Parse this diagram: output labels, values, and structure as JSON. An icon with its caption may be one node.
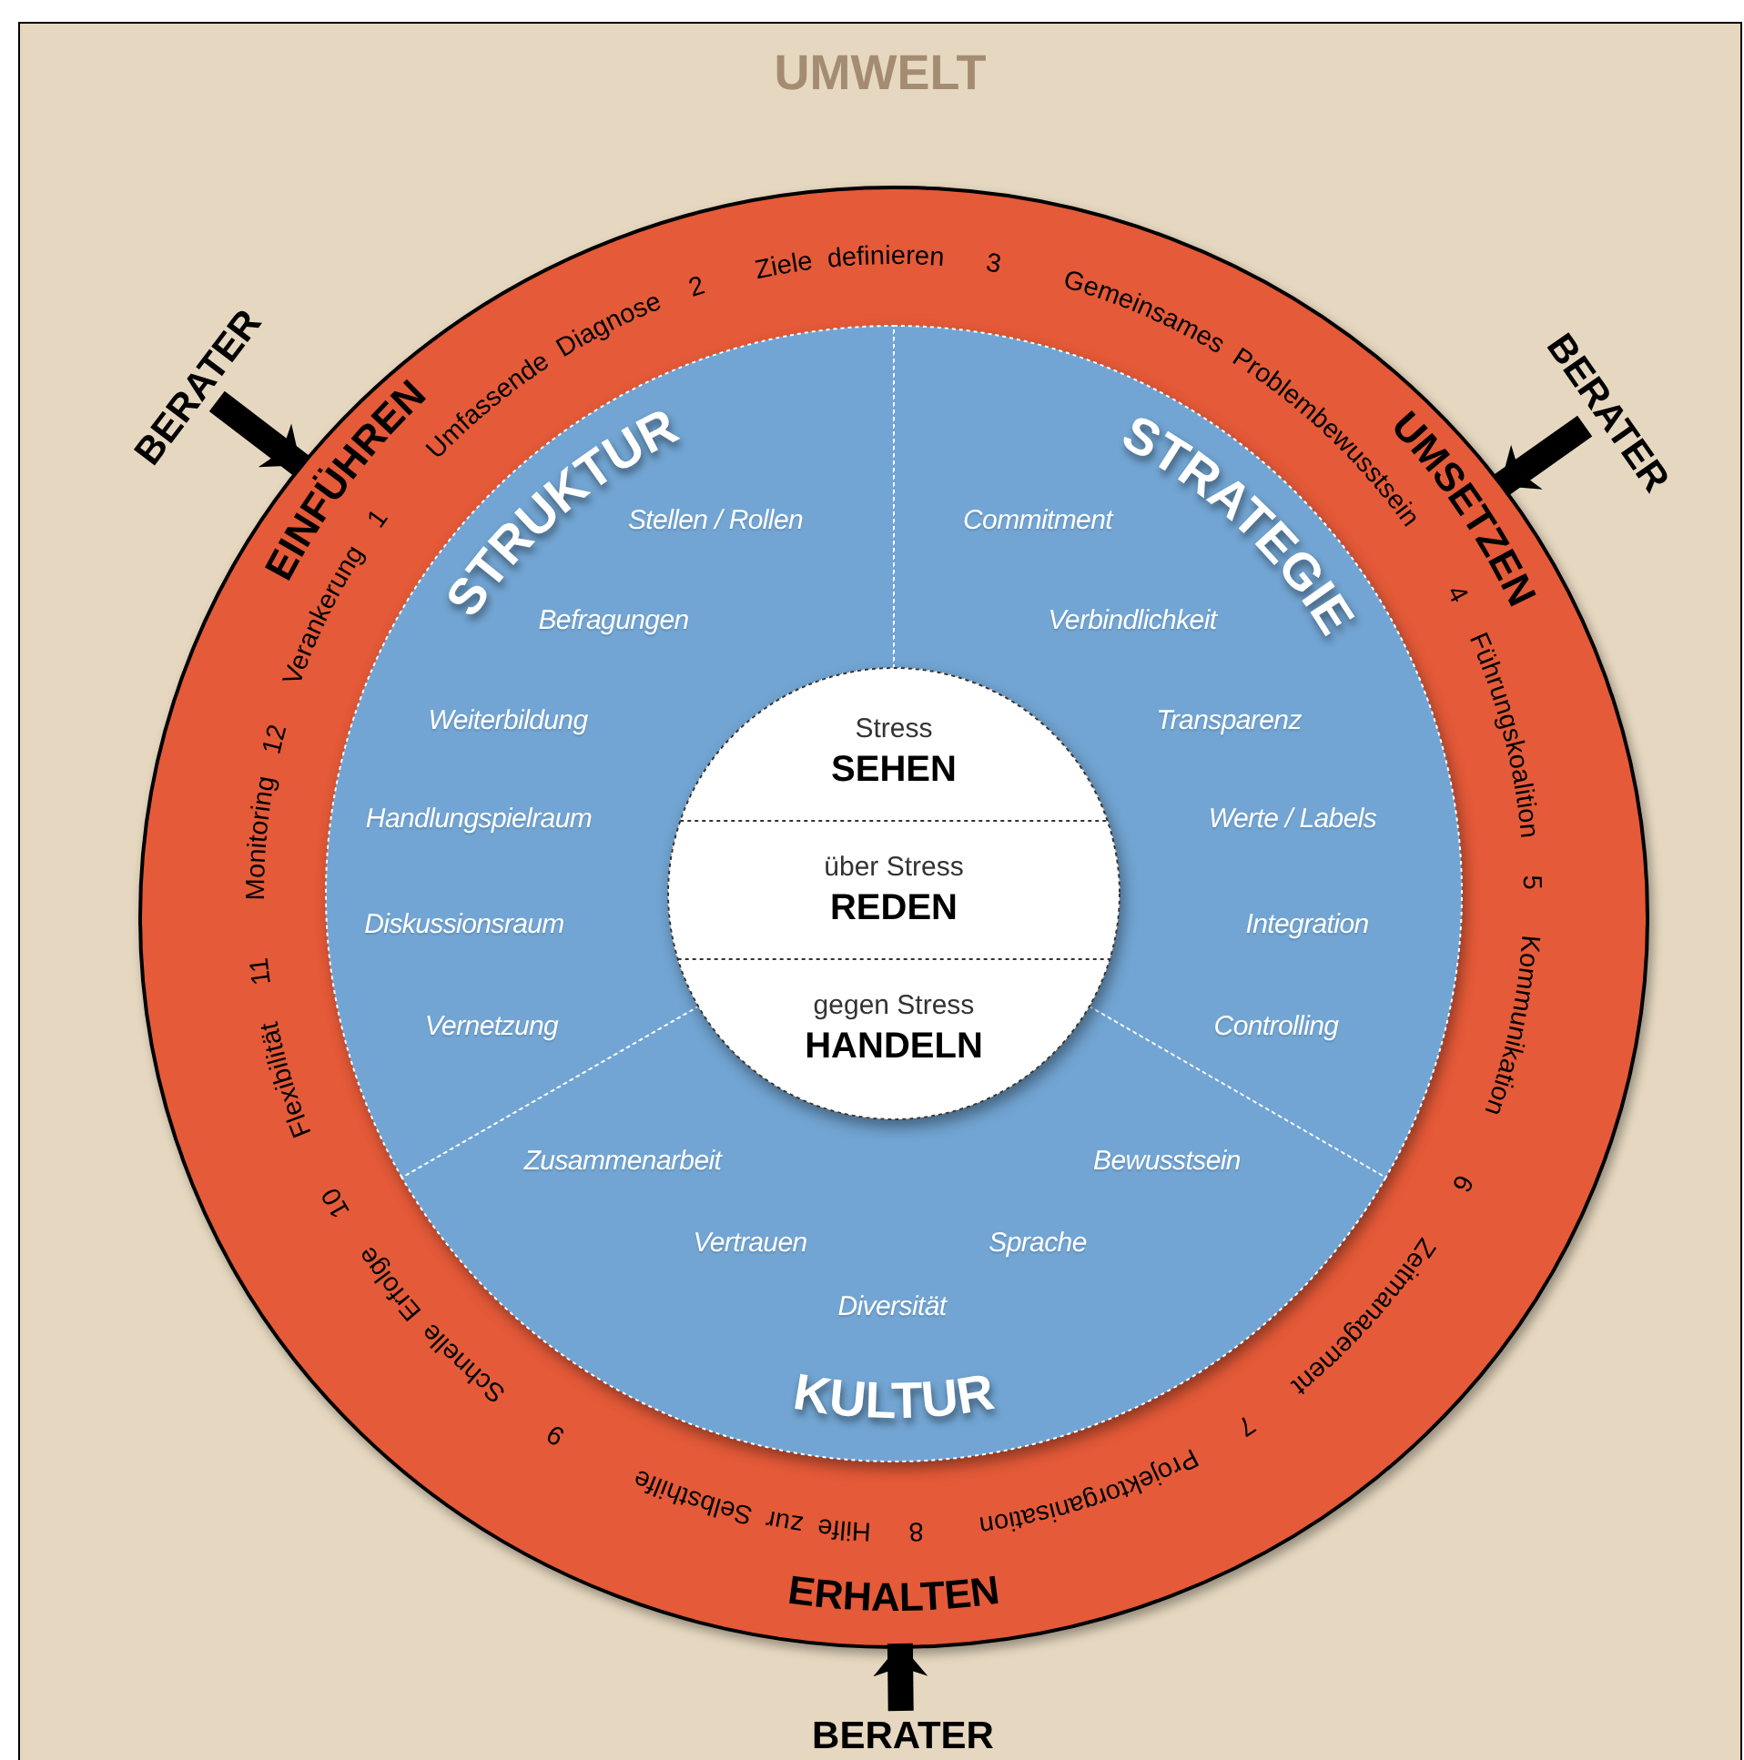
{
  "diagram": {
    "nodes": [
      {
        "text": [
          "UMWELT"
        ]
      },
      {
        "text": [
          "EINFÜHREN",
          "UMSETZEN",
          "ERHALTEN",
          "1",
          "Umfassende Diagnose",
          "2",
          "Ziele definieren",
          "3",
          "Gemeinsames Problembewusstsein",
          "4",
          "Führungskoalition",
          "5",
          "Kommunikation",
          "6",
          "Zeitmanagement",
          "7",
          "Projektorganisation",
          "8",
          "Hilfe zur Selbsthilfe",
          "9",
          "Schnelle Erfolge",
          "10",
          "Flexibilität",
          "11",
          "Monitoring",
          "12",
          "Verankerung"
        ],
        "in": 0
      },
      {
        "text": [],
        "shape": "circle",
        "in": 1
      },
      {
        "text": [
          "STRUKTUR",
          "Stellen / Rollen",
          "Befragungen",
          "Weiterbildung",
          "Handlungspielraum",
          "Diskussionsraum",
          "Vernetzung"
        ],
        "in": 2
      },
      {
        "text": [
          "STRATEGIE",
          "Commitment",
          "Verbindlichkeit",
          "Transparenz",
          "Werte / Labels",
          "Integration",
          "Controlling"
        ],
        "in": 2
      },
      {
        "text": [
          "KULTUR",
          "Zusammenarbeit",
          "Bewusstsein",
          "Vertrauen",
          "Sprache",
          "Diversität"
        ],
        "in": 2
      },
      {
        "text": [],
        "shape": "circle",
        "in": 2
      },
      {
        "text": [
          "Stress",
          "SEHEN"
        ],
        "in": 6
      },
      {
        "text": [
          "über Stress",
          "REDEN"
        ],
        "in": 6
      },
      {
        "text": [
          "gegen Stress",
          "HANDELN"
        ],
        "in": 6
      },
      {
        "text": [
          "BERATER"
        ],
        "in": 0
      },
      {
        "text": [
          "BERATER"
        ],
        "in": 0
      },
      {
        "text": [
          "BERATER"
        ],
        "in": 0
      }
    ],
    "edges": [
      {
        "from": 10,
        "to": 1,
        "arrow": "to"
      },
      {
        "from": 11,
        "to": 1,
        "arrow": "to"
      },
      {
        "from": 12,
        "to": 1,
        "arrow": "to"
      }
    ]
  }
}
